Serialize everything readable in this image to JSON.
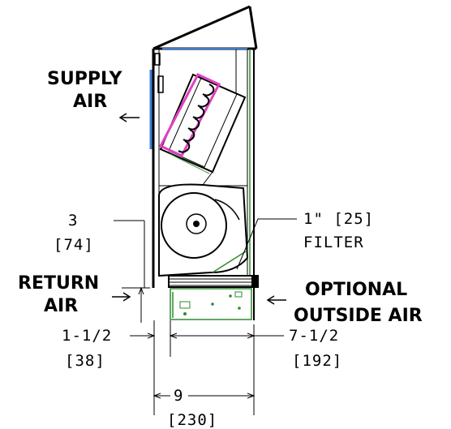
{
  "labels": {
    "supply_air_1": "SUPPLY",
    "supply_air_2": "AIR",
    "return_air_1": "RETURN",
    "return_air_2": "AIR",
    "outside_air_1": "OPTIONAL",
    "outside_air_2": "OUTSIDE AIR",
    "filter_1": "1\" [25]",
    "filter_2": "FILTER"
  },
  "dimensions": {
    "height_in": "3",
    "height_mm": "[74]",
    "offset_in": "1-1/2",
    "offset_mm": "[38]",
    "depth_in": "7-1/2",
    "depth_mm": "[192]",
    "width_in": "9",
    "width_mm": "[230]"
  },
  "colors": {
    "outline": "#000000",
    "supply_blue": "#3a7bd5",
    "filter_green": "#2e8b2e",
    "coil_magenta": "#e040c0"
  }
}
